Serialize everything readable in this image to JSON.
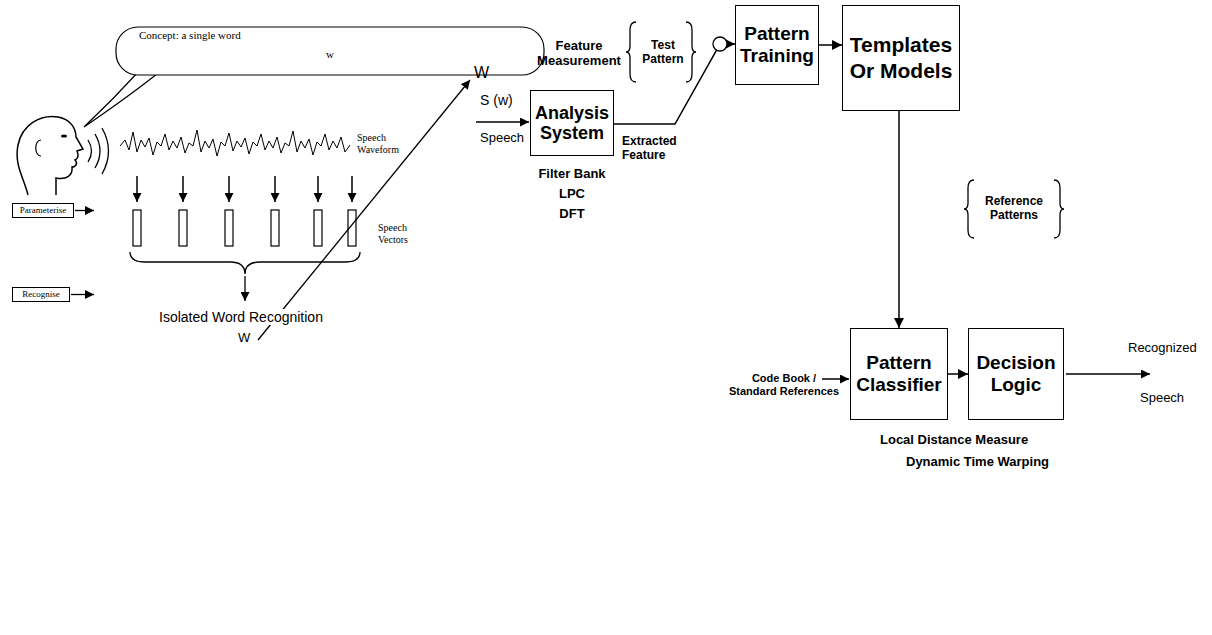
{
  "diagram": {
    "nodes": [
      {
        "text": [
          "Concept: a single word",
          "w"
        ]
      },
      {
        "text": [
          "Parameterise"
        ]
      },
      {
        "text": [
          "Recognise"
        ]
      },
      {
        "text": [
          "Analysis System"
        ]
      },
      {
        "text": [
          "Pattern Training"
        ]
      },
      {
        "text": [
          "Templates Or Models"
        ]
      },
      {
        "text": [
          "Pattern Classifier"
        ]
      },
      {
        "text": [
          "Decision Logic"
        ]
      }
    ],
    "edges": [
      {
        "from": 3,
        "to": 4,
        "arrow": "to"
      },
      {
        "from": 4,
        "to": 5,
        "arrow": "to"
      },
      {
        "from": 5,
        "to": 6,
        "arrow": "to"
      },
      {
        "from": 6,
        "to": 7,
        "arrow": "to"
      }
    ],
    "labels": [
      "Speech Waveform",
      "Speech Vectors",
      "Isolated Word Recognition",
      "W",
      "W",
      "S (w)",
      "Speech",
      "Feature Measurement",
      "Test Pattern",
      "Extracted Feature",
      "Filter Bank",
      "LPC",
      "DFT",
      "Reference Patterns",
      "Code Book / Standard References",
      "Recognized",
      "Speech",
      "Local Distance Measure",
      "Dynamic Time Warping"
    ]
  }
}
